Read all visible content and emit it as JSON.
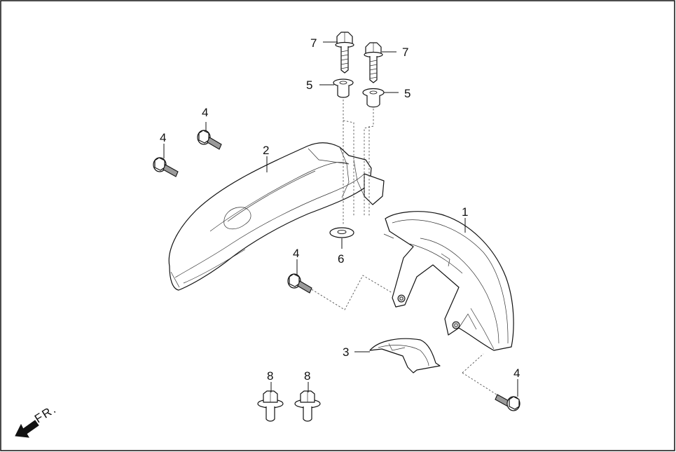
{
  "diagram": {
    "callouts": [
      {
        "id": "c7a",
        "text": "7"
      },
      {
        "id": "c7b",
        "text": "7"
      },
      {
        "id": "c5a",
        "text": "5"
      },
      {
        "id": "c5b",
        "text": "5"
      },
      {
        "id": "c4a",
        "text": "4"
      },
      {
        "id": "c4b",
        "text": "4"
      },
      {
        "id": "c4c",
        "text": "4"
      },
      {
        "id": "c4d",
        "text": "4"
      },
      {
        "id": "c2",
        "text": "2"
      },
      {
        "id": "c1",
        "text": "1"
      },
      {
        "id": "c6",
        "text": "6"
      },
      {
        "id": "c3",
        "text": "3"
      },
      {
        "id": "c8a",
        "text": "8"
      },
      {
        "id": "c8b",
        "text": "8"
      }
    ],
    "direction_label": "FR."
  },
  "colors": {
    "line": "#111111",
    "shade_dark": "#9a9a9a",
    "shade_mid": "#c8c8c8",
    "background": "#ffffff"
  }
}
